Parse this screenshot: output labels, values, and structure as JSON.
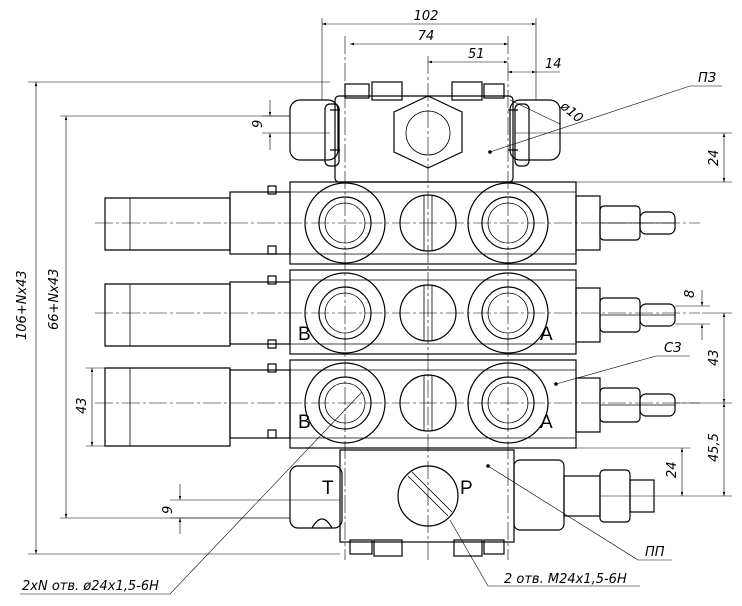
{
  "dimensions": {
    "top_width": "102",
    "top_74": "74",
    "top_51": "51",
    "top_14": "14",
    "diameter": "ø10",
    "left_overall": "106+Nx43",
    "left_inner": "66+Nx43",
    "section_pitch": "43",
    "top_9": "9",
    "bottom_9": "9",
    "right_24_top": "24",
    "right_8": "8",
    "right_43": "43",
    "right_455": "45,5",
    "right_24_bottom": "24"
  },
  "ports": {
    "b1": "B",
    "a1": "A",
    "b2": "B",
    "a2": "A",
    "t": "T",
    "p": "P"
  },
  "callouts": {
    "pz": "ПЗ",
    "sz": "СЗ",
    "pp": "ПП",
    "holes_left": "2xN отв. ø24x1,5-6H",
    "holes_right": "2 отв. M24x1,5-6H"
  }
}
